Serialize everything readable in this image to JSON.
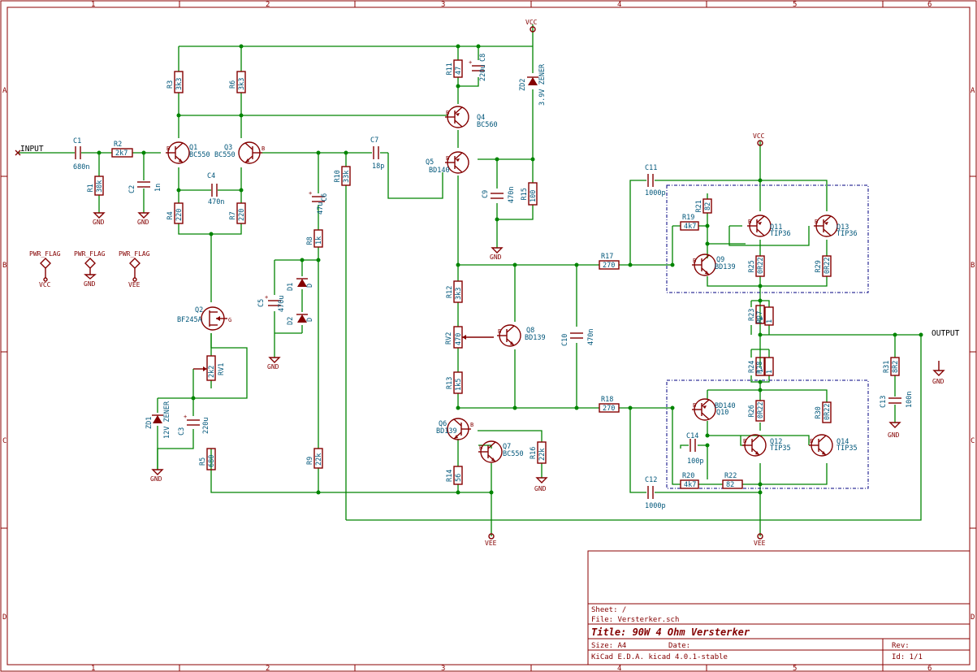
{
  "frame": {
    "col_labels": [
      "1",
      "2",
      "3",
      "4",
      "5",
      "6"
    ],
    "row_labels": [
      "A",
      "B",
      "C",
      "D"
    ]
  },
  "title_block": {
    "sheet": "Sheet: /",
    "file": "File: Versterker.sch",
    "title": "Title: 90W 4 Ohm Versterker",
    "size": "Size: A4",
    "date": "Date:",
    "rev": "Rev:",
    "tool": "KiCad E.D.A.  kicad 4.0.1-stable",
    "id": "Id: 1/1"
  },
  "nets": {
    "input": "INPUT",
    "output": "OUTPUT",
    "vcc": "VCC",
    "vee": "VEE",
    "gnd": "GND",
    "pwr_flag": "PWR_FLAG"
  },
  "components": {
    "C1": {
      "ref": "C1",
      "value": "680n"
    },
    "R2": {
      "ref": "R2",
      "value": "2k7"
    },
    "R1": {
      "ref": "R1",
      "value": "30k"
    },
    "C2": {
      "ref": "C2",
      "value": "1n"
    },
    "R3": {
      "ref": "R3",
      "value": "3k3"
    },
    "R6": {
      "ref": "R6",
      "value": "3k3"
    },
    "Q1": {
      "ref": "Q1",
      "value": "BC550"
    },
    "Q3": {
      "ref": "Q3",
      "value": "BC550"
    },
    "C4": {
      "ref": "C4",
      "value": "470n"
    },
    "R4": {
      "ref": "R4",
      "value": "220"
    },
    "R7": {
      "ref": "R7",
      "value": "220"
    },
    "Q2": {
      "ref": "Q2",
      "value": "BF245A"
    },
    "RV1": {
      "ref": "RV1",
      "value": "2k2"
    },
    "ZD1": {
      "ref": "ZD1",
      "value": "12V ZENER"
    },
    "C3": {
      "ref": "C3",
      "value": "220u"
    },
    "R5": {
      "ref": "R5",
      "value": "680"
    },
    "C6": {
      "ref": "C6",
      "value": "47u"
    },
    "R8": {
      "ref": "R8",
      "value": "1k"
    },
    "C5": {
      "ref": "C5",
      "value": "470u"
    },
    "D1": {
      "ref": "D1",
      "value": "D"
    },
    "D2": {
      "ref": "D2",
      "value": "D"
    },
    "R9": {
      "ref": "R9",
      "value": "22k"
    },
    "R10": {
      "ref": "R10",
      "value": "33k"
    },
    "C7": {
      "ref": "C7",
      "value": "18p"
    },
    "R11": {
      "ref": "R11",
      "value": "47"
    },
    "C8": {
      "ref": "C8",
      "value": "220u"
    },
    "Q4": {
      "ref": "Q4",
      "value": "BC560"
    },
    "ZD2": {
      "ref": "ZD2",
      "value": "3.9V ZENER"
    },
    "Q5": {
      "ref": "Q5",
      "value": "BD140"
    },
    "C9": {
      "ref": "C9",
      "value": "470n"
    },
    "R15": {
      "ref": "R15",
      "value": "100"
    },
    "R12": {
      "ref": "R12",
      "value": "3k3"
    },
    "RV2": {
      "ref": "RV2",
      "value": "470"
    },
    "R13": {
      "ref": "R13",
      "value": "1k5"
    },
    "Q8": {
      "ref": "Q8",
      "value": "BD139"
    },
    "C10": {
      "ref": "C10",
      "value": "470n"
    },
    "Q6": {
      "ref": "Q6",
      "value": "BD139"
    },
    "Q7": {
      "ref": "Q7",
      "value": "BC550"
    },
    "R16": {
      "ref": "R16",
      "value": "22k"
    },
    "R14": {
      "ref": "R14",
      "value": "56"
    },
    "C11": {
      "ref": "C11",
      "value": "1000p"
    },
    "C12": {
      "ref": "C12",
      "value": "1000p"
    },
    "R17": {
      "ref": "R17",
      "value": "270"
    },
    "R18": {
      "ref": "R18",
      "value": "270"
    },
    "R19": {
      "ref": "R19",
      "value": "4k7"
    },
    "R21": {
      "ref": "R21",
      "value": "82"
    },
    "Q9": {
      "ref": "Q9",
      "value": "BD139"
    },
    "Q11": {
      "ref": "Q11",
      "value": "TIP36"
    },
    "Q13": {
      "ref": "Q13",
      "value": "TIP36"
    },
    "R25": {
      "ref": "R25",
      "value": "0R22"
    },
    "R29": {
      "ref": "R29",
      "value": "0R22"
    },
    "R23": {
      "ref": "R23",
      "value": "1"
    },
    "R27": {
      "ref": "R27",
      "value": "1"
    },
    "R24": {
      "ref": "R24",
      "value": "1"
    },
    "R28": {
      "ref": "R28",
      "value": "1"
    },
    "Q10": {
      "ref": "Q10",
      "value": "BD140"
    },
    "R26": {
      "ref": "R26",
      "value": "0R22"
    },
    "R30": {
      "ref": "R30",
      "value": "0R22"
    },
    "C14": {
      "ref": "C14",
      "value": "100p"
    },
    "Q12": {
      "ref": "Q12",
      "value": "TIP35"
    },
    "Q14": {
      "ref": "Q14",
      "value": "TIP35"
    },
    "R20": {
      "ref": "R20",
      "value": "4k7"
    },
    "R22": {
      "ref": "R22",
      "value": "82"
    },
    "R31": {
      "ref": "R31",
      "value": "8R2"
    },
    "C13": {
      "ref": "C13",
      "value": "100n"
    }
  }
}
